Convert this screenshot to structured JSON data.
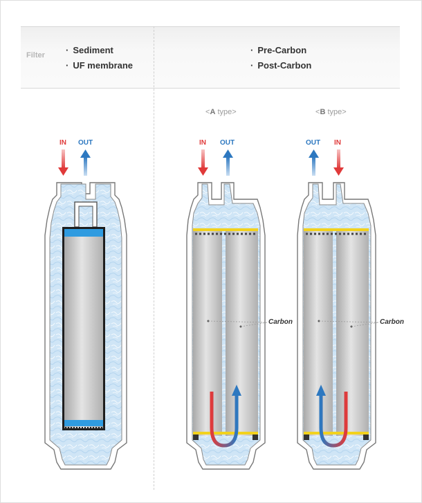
{
  "header": {
    "filter_label": "Filter",
    "left_items": [
      "Sediment",
      "UF membrane"
    ],
    "right_items": [
      "Pre-Carbon",
      "Post-Carbon"
    ],
    "bullet": "·"
  },
  "types": {
    "a": {
      "prefix": "<",
      "letter": "A",
      "suffix": " type>"
    },
    "b": {
      "prefix": "<",
      "letter": "B",
      "suffix": " type>"
    }
  },
  "flow": {
    "left": {
      "first": "IN",
      "second": "OUT"
    },
    "a": {
      "first": "IN",
      "second": "OUT"
    },
    "b": {
      "first": "OUT",
      "second": "IN"
    }
  },
  "labels": {
    "carbon_a": "Carbon",
    "carbon_b": "Carbon"
  },
  "colors": {
    "in_arrow": "#e03a3a",
    "out_arrow": "#2d78c0",
    "seal": "#f2d21e",
    "water": "#c9e2f5",
    "uf_cap": "#2f9be0"
  }
}
